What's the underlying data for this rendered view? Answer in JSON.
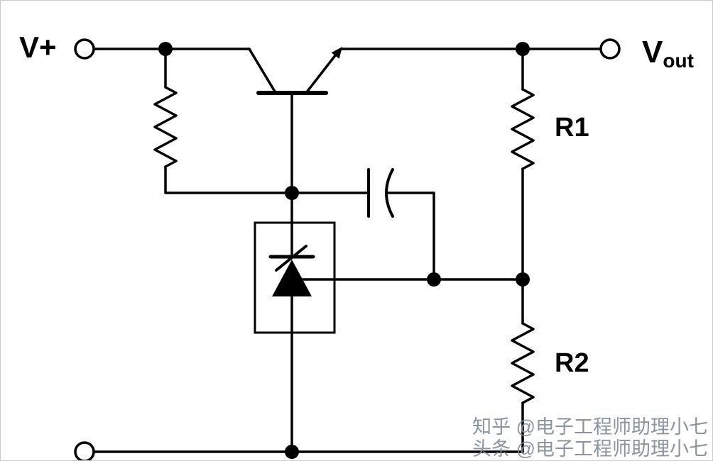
{
  "labels": {
    "vplus": "V+",
    "vout_main": "V",
    "vout_sub": "out",
    "r1": "R1",
    "r2": "R2"
  },
  "watermark": {
    "line1": "知乎 @电子工程师助理小七",
    "line2": "头条 @电子工程师助理小七"
  },
  "components": {
    "pass_transistor": "npn-series-pass-transistor",
    "bias_resistor": "base-bias-resistor",
    "capacitor": "compensation-capacitor",
    "reference": "adjustable-shunt-reference",
    "divider_top": "R1",
    "divider_bottom": "R2"
  },
  "colors": {
    "wire": "#000000",
    "background": "#ffffff",
    "watermark": "#80888f",
    "border": "#c8c8c8"
  }
}
